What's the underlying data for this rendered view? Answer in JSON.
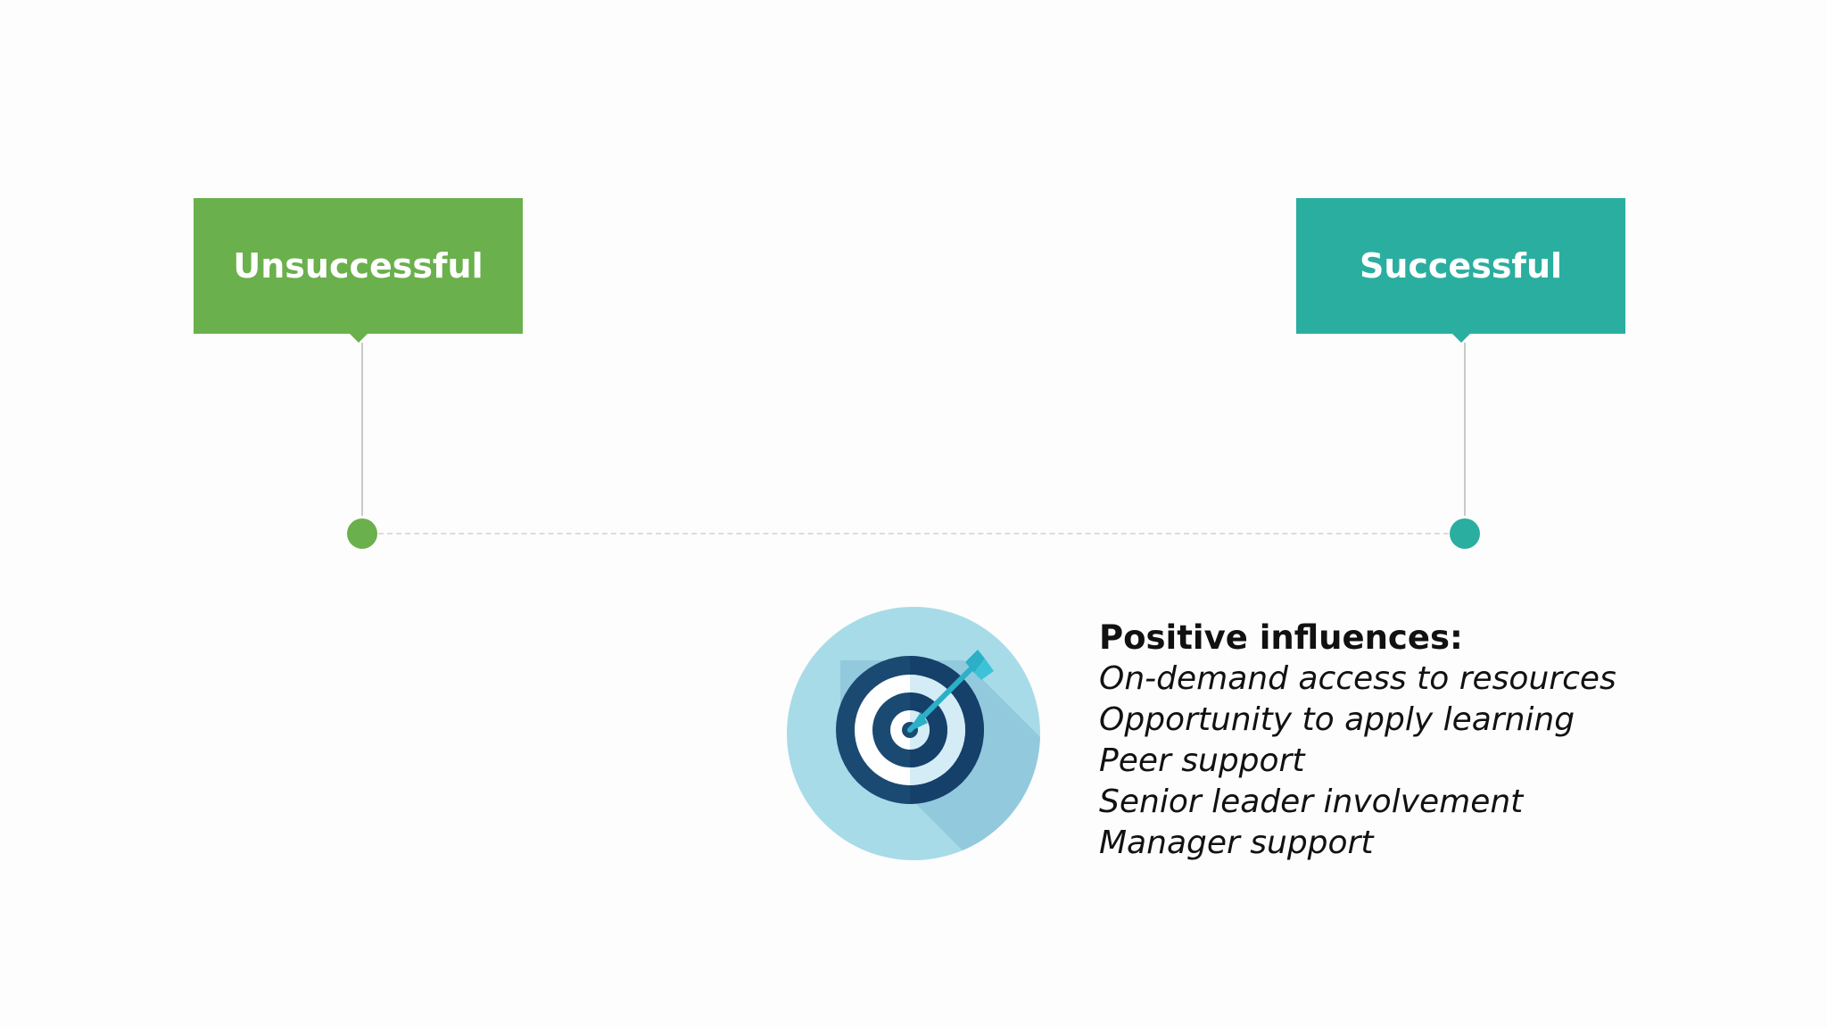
{
  "labels": {
    "left": "Unsuccessful",
    "right": "Successful"
  },
  "colors": {
    "green": "#6ab04c",
    "teal": "#2aaea0",
    "target_bg": "#a8dbe8",
    "target_dark": "#1a4a72",
    "arrow": "#2bb0c8"
  },
  "icon": "target-with-arrow-icon",
  "influences": {
    "heading": "Positive influences:",
    "items": [
      "On-demand access to resources",
      "Opportunity to apply learning",
      "Peer support",
      "Senior leader involvement",
      "Manager support"
    ]
  }
}
